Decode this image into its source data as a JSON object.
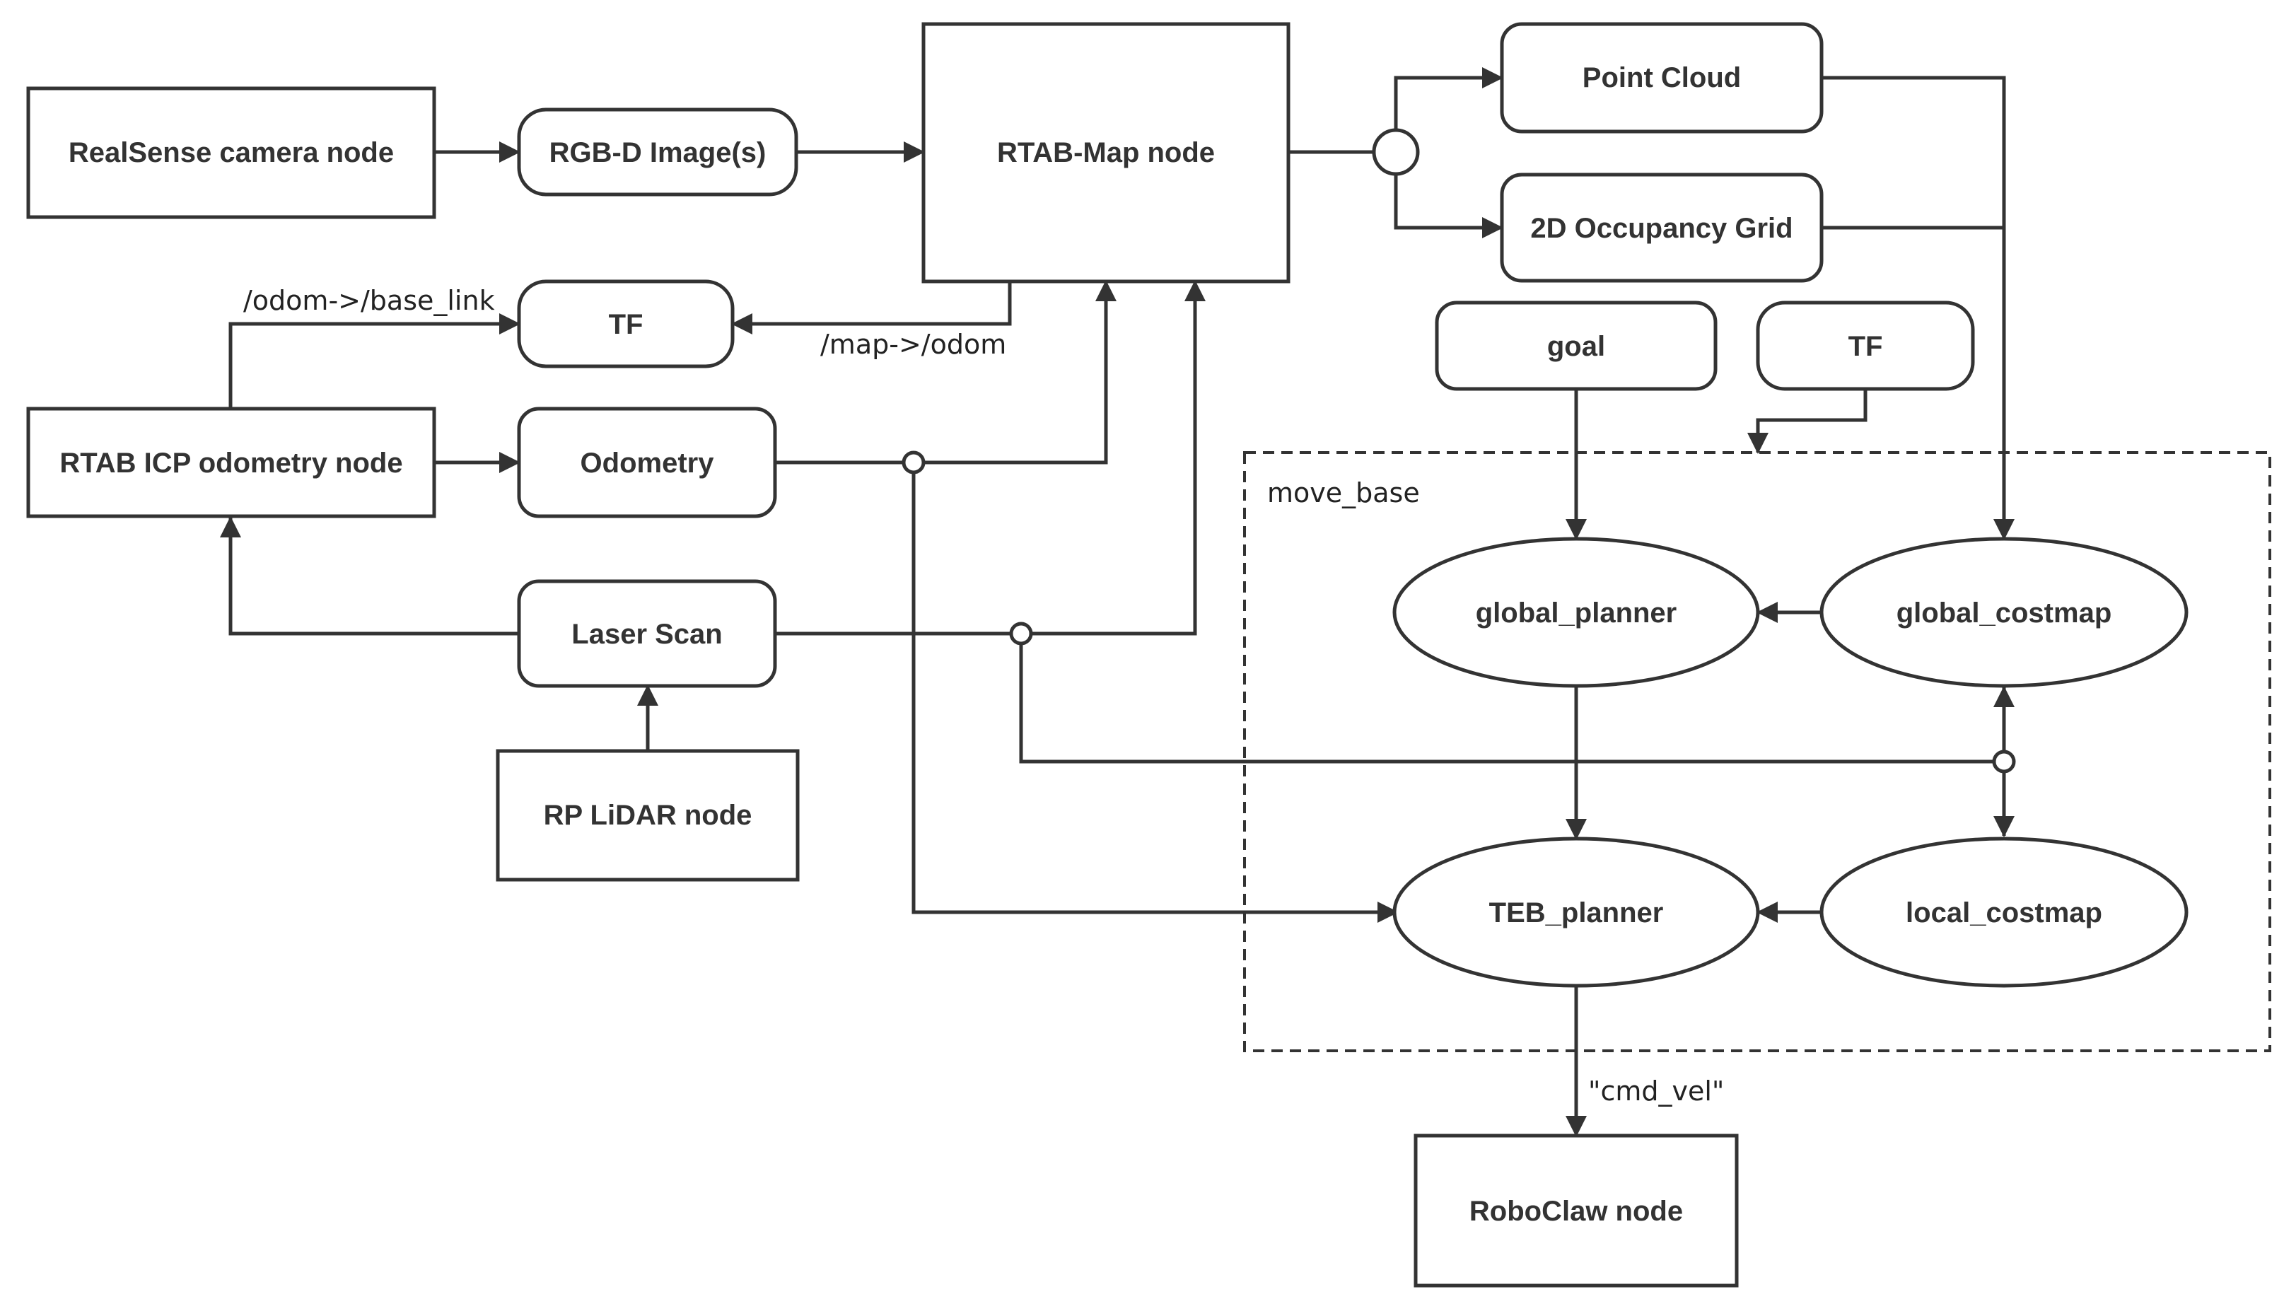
{
  "nodes": {
    "realsense": "RealSense camera node",
    "rgbd": "RGB-D Image(s)",
    "rtabmap": "RTAB-Map node",
    "point_cloud": "Point Cloud",
    "occupancy_grid": "2D Occupancy Grid",
    "tf_left": "TF",
    "icp_odometry": "RTAB ICP odometry node",
    "odometry": "Odometry",
    "laser_scan": "Laser Scan",
    "rplidar": "RP LiDAR node",
    "goal": "goal",
    "tf_right": "TF",
    "global_planner": "global_planner",
    "global_costmap": "global_costmap",
    "teb_planner": "TEB_planner",
    "local_costmap": "local_costmap",
    "roboclaw": "RoboClaw node"
  },
  "edges": {
    "odom_to_base": "/odom->/base_link",
    "map_to_odom": "/map->/odom",
    "cmd_vel": "\"cmd_vel\""
  },
  "groups": {
    "move_base": "move_base"
  }
}
